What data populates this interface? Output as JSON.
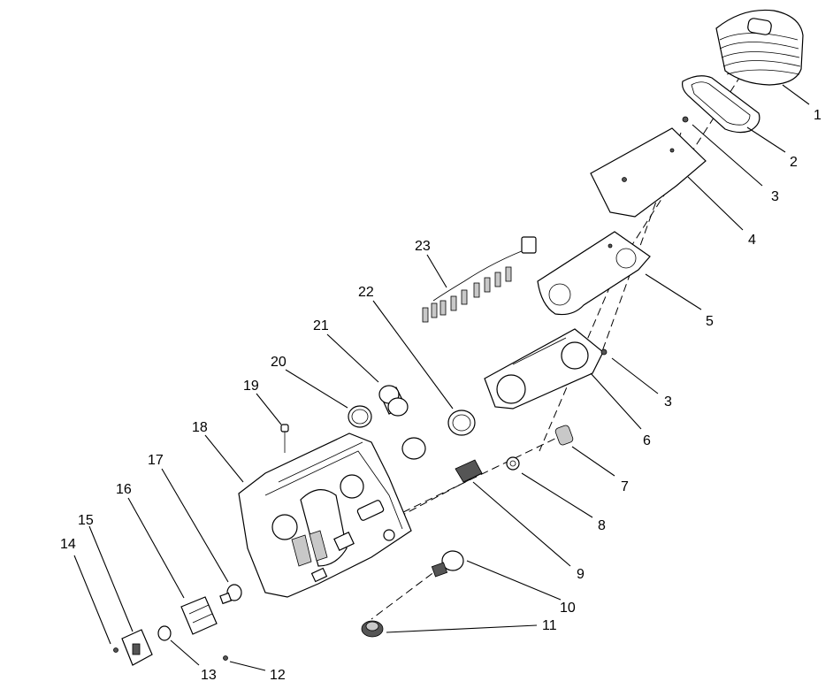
{
  "callouts": [
    {
      "label": "1"
    },
    {
      "label": "2"
    },
    {
      "label": "3"
    },
    {
      "label": "4"
    },
    {
      "label": "5"
    },
    {
      "label": "3"
    },
    {
      "label": "6"
    },
    {
      "label": "7"
    },
    {
      "label": "8"
    },
    {
      "label": "9"
    },
    {
      "label": "10"
    },
    {
      "label": "11"
    },
    {
      "label": "12"
    },
    {
      "label": "13"
    },
    {
      "label": "14"
    },
    {
      "label": "15"
    },
    {
      "label": "16"
    },
    {
      "label": "17"
    },
    {
      "label": "18"
    },
    {
      "label": "19"
    },
    {
      "label": "20"
    },
    {
      "label": "21"
    },
    {
      "label": "22"
    },
    {
      "label": "23"
    }
  ]
}
